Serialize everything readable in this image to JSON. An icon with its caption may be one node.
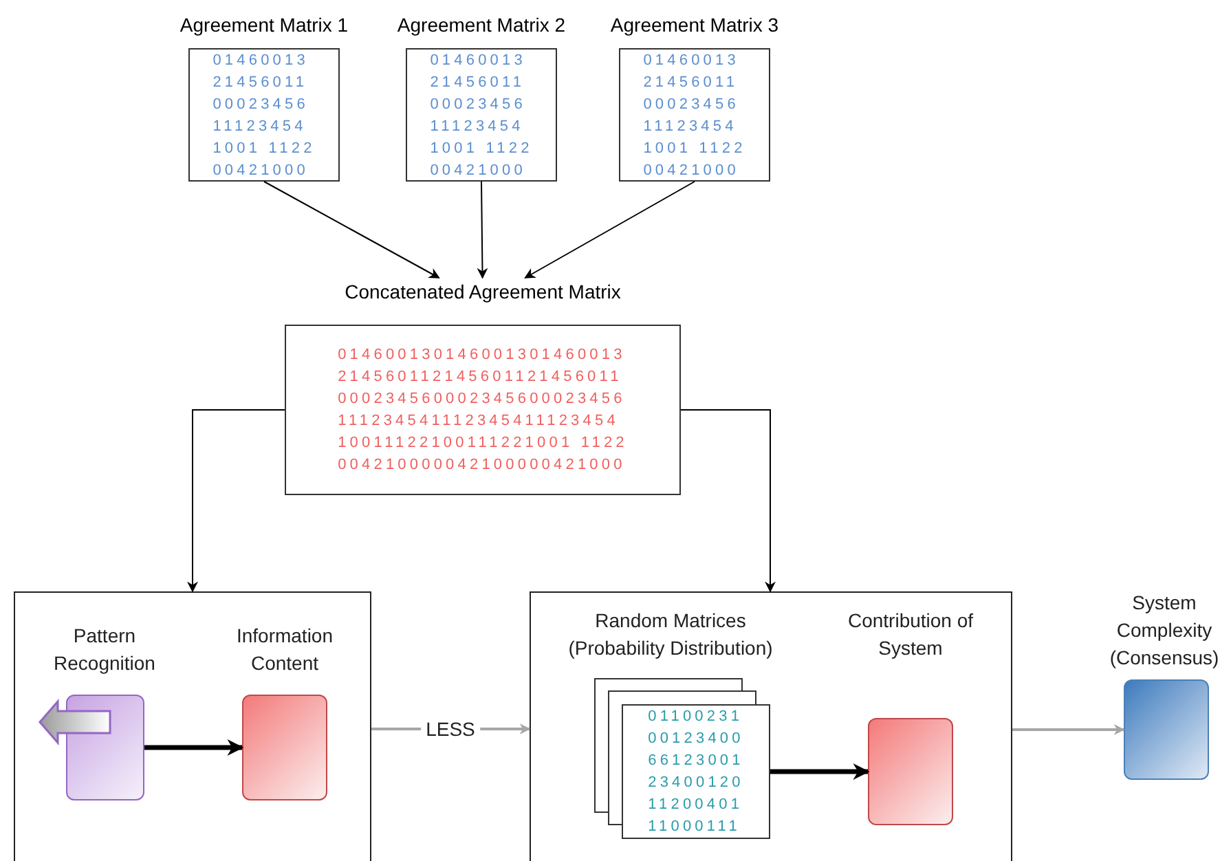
{
  "diagram": {
    "nodes": [
      {
        "text": [
          "Agreement Matrix 1",
          "01460013",
          "21456011",
          "00023456",
          "11123454",
          "1001 1122",
          "00421000"
        ]
      },
      {
        "text": [
          "Agreement Matrix 2",
          "01460013",
          "21456011",
          "00023456",
          "11123454",
          "1001 1122",
          "00421000"
        ]
      },
      {
        "text": [
          "Agreement Matrix 3",
          "01460013",
          "21456011",
          "00023456",
          "11123454",
          "1001 1122",
          "00421000"
        ]
      },
      {
        "text": [
          "Concatenated Agreement Matrix",
          "014600130146001301460013",
          "214560112145601121456011",
          "000234560002345600023456",
          "111234541112345411123454",
          "10011122100111221001 1122",
          "004210000042100000421000"
        ]
      },
      {
        "text": [],
        "shape": "box"
      },
      {
        "text": [
          "Pattern Recognition"
        ],
        "in": 4
      },
      {
        "text": [
          "Information Content"
        ],
        "in": 4
      },
      {
        "text": [],
        "shape": "box"
      },
      {
        "text": [
          "Random Matrices (Probability Distribution)",
          "01100231",
          "00123400",
          "66123001",
          "23400120",
          "11200401",
          "11000111"
        ],
        "in": 7
      },
      {
        "text": [
          "Contribution of System"
        ],
        "in": 7
      },
      {
        "text": [
          "System Complexity (Consensus)"
        ]
      }
    ],
    "edges": [
      {
        "from": 0,
        "to": 3,
        "arrow": "to"
      },
      {
        "from": 1,
        "to": 3,
        "arrow": "to"
      },
      {
        "from": 2,
        "to": 3,
        "arrow": "to"
      },
      {
        "from": 3,
        "to": 4,
        "arrow": "to"
      },
      {
        "from": 3,
        "to": 7,
        "arrow": "to"
      },
      {
        "from": 5,
        "to": 6,
        "arrow": "to",
        "style": "thick"
      },
      {
        "from": 4,
        "to": 7,
        "arrow": "to",
        "label": "LESS",
        "color": "#a6a6a6"
      },
      {
        "from": 8,
        "to": 9,
        "arrow": "to",
        "style": "thick"
      },
      {
        "from": 7,
        "to": 10,
        "arrow": "to",
        "color": "#a6a6a6"
      }
    ]
  }
}
